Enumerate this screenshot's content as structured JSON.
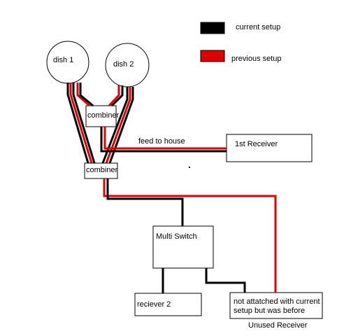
{
  "legend": {
    "current": {
      "label": "current setup",
      "color": "#000000"
    },
    "previous": {
      "label": "previous setup",
      "color": "#e00000"
    }
  },
  "components": {
    "dish1": "dish 1",
    "dish2": "dish 2",
    "combiner_top": "combiner",
    "combiner_bottom": "combiner",
    "first_receiver": "1st Receiver",
    "multi_switch": "Multi Switch",
    "receiver2": "reciever 2",
    "unused_receiver_note": "not attatched with current setup but was before",
    "unused_receiver_caption": "Unused Receiver"
  },
  "annotations": {
    "feed_to_house": "feed to house"
  }
}
